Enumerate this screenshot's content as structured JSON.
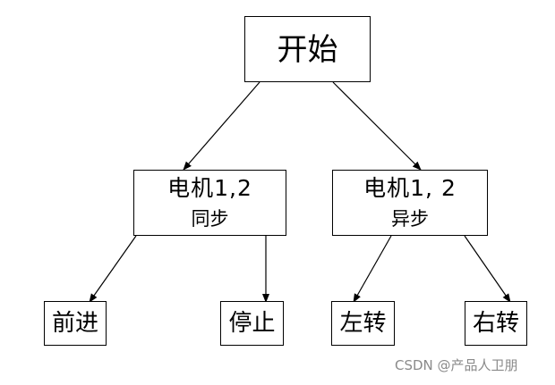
{
  "diagram": {
    "root": "开始",
    "motor_sync": {
      "line1": "电机1,2",
      "line2": "同步"
    },
    "motor_async": {
      "line1": "电机1, 2",
      "line2": "异步"
    },
    "leaves": {
      "forward": "前进",
      "stop": "停止",
      "turn_left": "左转",
      "turn_right": "右转"
    }
  },
  "watermark": "CSDN @产品人卫朋"
}
